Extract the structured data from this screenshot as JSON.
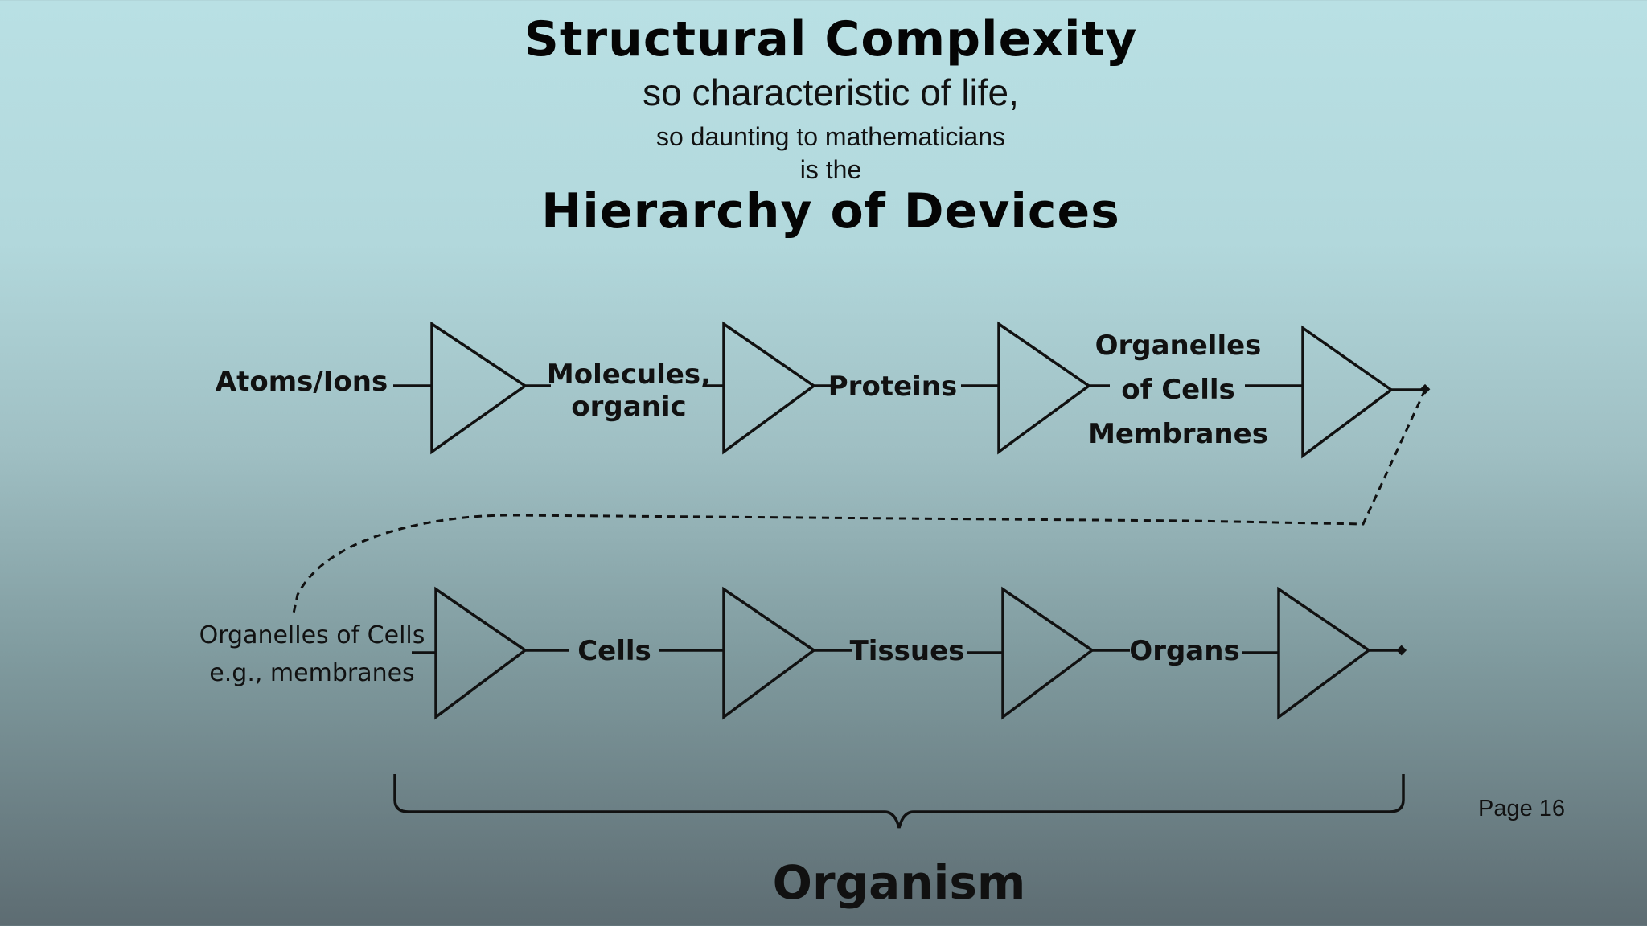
{
  "heading": {
    "title": "Structural Complexity",
    "line1": "so characteristic of life,",
    "line2": "so daunting to mathematicians",
    "line3": "is the",
    "title2": "Hierarchy of Devices"
  },
  "diagram": {
    "row1": {
      "input": "Atoms/Ions",
      "stage1_line1": "Molecules,",
      "stage1_line2": "organic",
      "stage2": "Proteins",
      "stage3_line1": "Organelles",
      "stage3_line2": "of Cells",
      "stage3_line3": "Membranes"
    },
    "row2": {
      "input_line1": "Organelles of Cells",
      "input_line2": "e.g., membranes",
      "stage1": "Cells",
      "stage2": "Tissues",
      "stage3": "Organs"
    },
    "brace_label": "Organism"
  },
  "page": "Page 16"
}
